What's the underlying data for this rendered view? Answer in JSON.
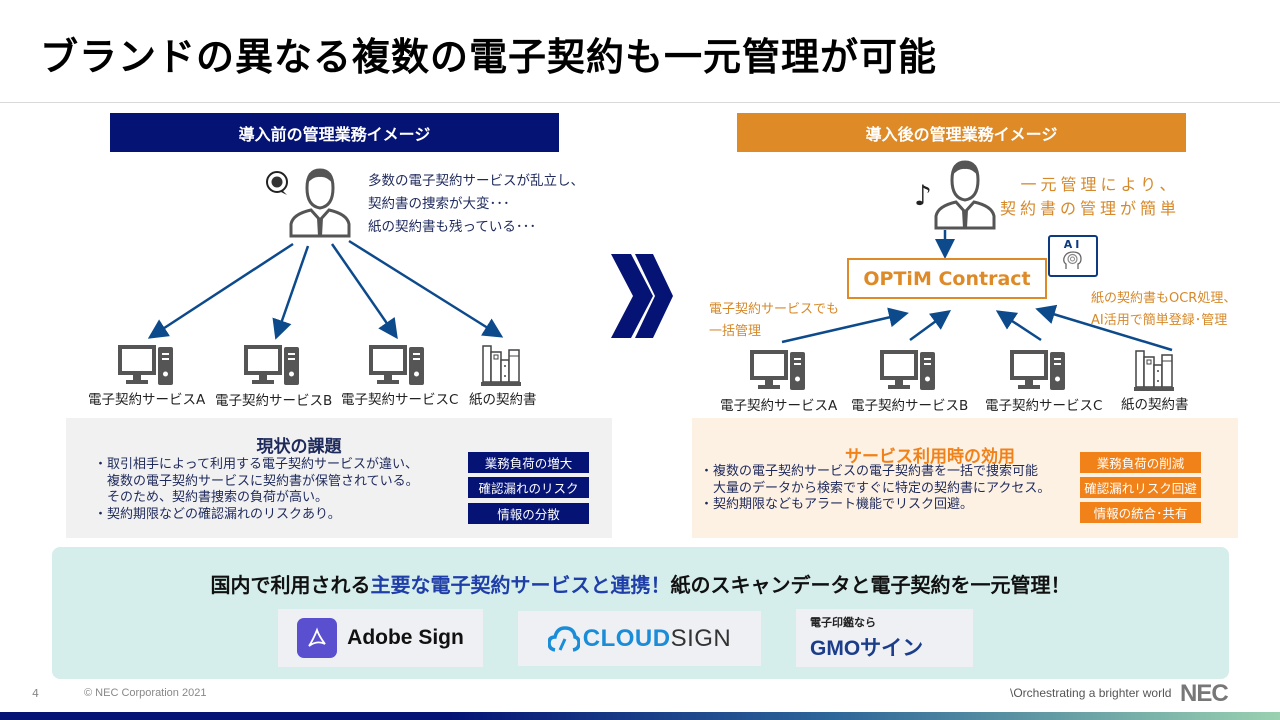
{
  "title": "ブランドの異なる複数の電子契約も一元管理が可能",
  "before": {
    "header": "導入前の管理業務イメージ",
    "thought_lines": [
      "多数の電子契約サービスが乱立し、",
      "契約書の捜索が大変･･･",
      "紙の契約書も残っている･･･"
    ],
    "thought_icon": "worried-speech-bubble-icon",
    "items": [
      {
        "label": "電子契約サービスA",
        "icon": "computer-icon"
      },
      {
        "label": "電子契約サービスB",
        "icon": "computer-icon"
      },
      {
        "label": "電子契約サービスC",
        "icon": "computer-icon"
      },
      {
        "label": "紙の契約書",
        "icon": "bookshelf-icon"
      }
    ],
    "issues": {
      "title": "現状の課題",
      "lines": [
        "・取引相手によって利用する電子契約サービスが違い、",
        "　複数の電子契約サービスに契約書が保管されている。",
        "　そのため、契約書捜索の負荷が高い。",
        "・契約期限などの確認漏れのリスクあり。"
      ],
      "tags": [
        "業務負荷の増大",
        "確認漏れのリスク",
        "情報の分散"
      ]
    }
  },
  "transition_icon": "double-chevron-right-icon",
  "after": {
    "header": "導入後の管理業務イメージ",
    "note_lines": [
      "一元管理により、",
      "契約書の管理が簡単"
    ],
    "music_icon": "♪",
    "product": "OPTiM Contract",
    "ai_badge": "AI",
    "left_note": [
      "電子契約サービスでも",
      "一括管理"
    ],
    "right_note": [
      "紙の契約書もOCR処理、",
      "AI活用で簡単登録･管理"
    ],
    "items": [
      {
        "label": "電子契約サービスA",
        "icon": "computer-icon"
      },
      {
        "label": "電子契約サービスB",
        "icon": "computer-icon"
      },
      {
        "label": "電子契約サービスC",
        "icon": "computer-icon"
      },
      {
        "label": "紙の契約書",
        "icon": "bookshelf-icon"
      }
    ],
    "effects": {
      "title": "サービス利用時の効用",
      "lines": [
        "・複数の電子契約サービスの電子契約書を一括で捜索可能",
        "　大量のデータから検索ですぐに特定の契約書にアクセス。",
        "・契約期限などもアラート機能でリスク回避。"
      ],
      "tags": [
        "業務負荷の削減",
        "確認漏れリスク回避",
        "情報の統合･共有"
      ]
    }
  },
  "banner": {
    "text_pre": "国内で利用される",
    "text_highlight": "主要な電子契約サービスと連携！",
    "text_post": "紙のスキャンデータと電子契約を一元管理！",
    "logos": {
      "adobe": "Adobe Sign",
      "cloud_a": "CLOUD",
      "cloud_b": "SIGN",
      "gmo_small": "電子印鑑なら",
      "gmo_big": "GMOサイン"
    }
  },
  "footer": {
    "page": "4",
    "copyright": "© NEC Corporation 2021",
    "tagline": "\\Orchestrating a brighter world",
    "brand": "NEC"
  },
  "colors": {
    "navy": "#051374",
    "orange": "#dd8a27",
    "arrow_blue": "#0d4a8c",
    "icon_gray": "#555555",
    "banner_bg": "#d5eeeb"
  }
}
